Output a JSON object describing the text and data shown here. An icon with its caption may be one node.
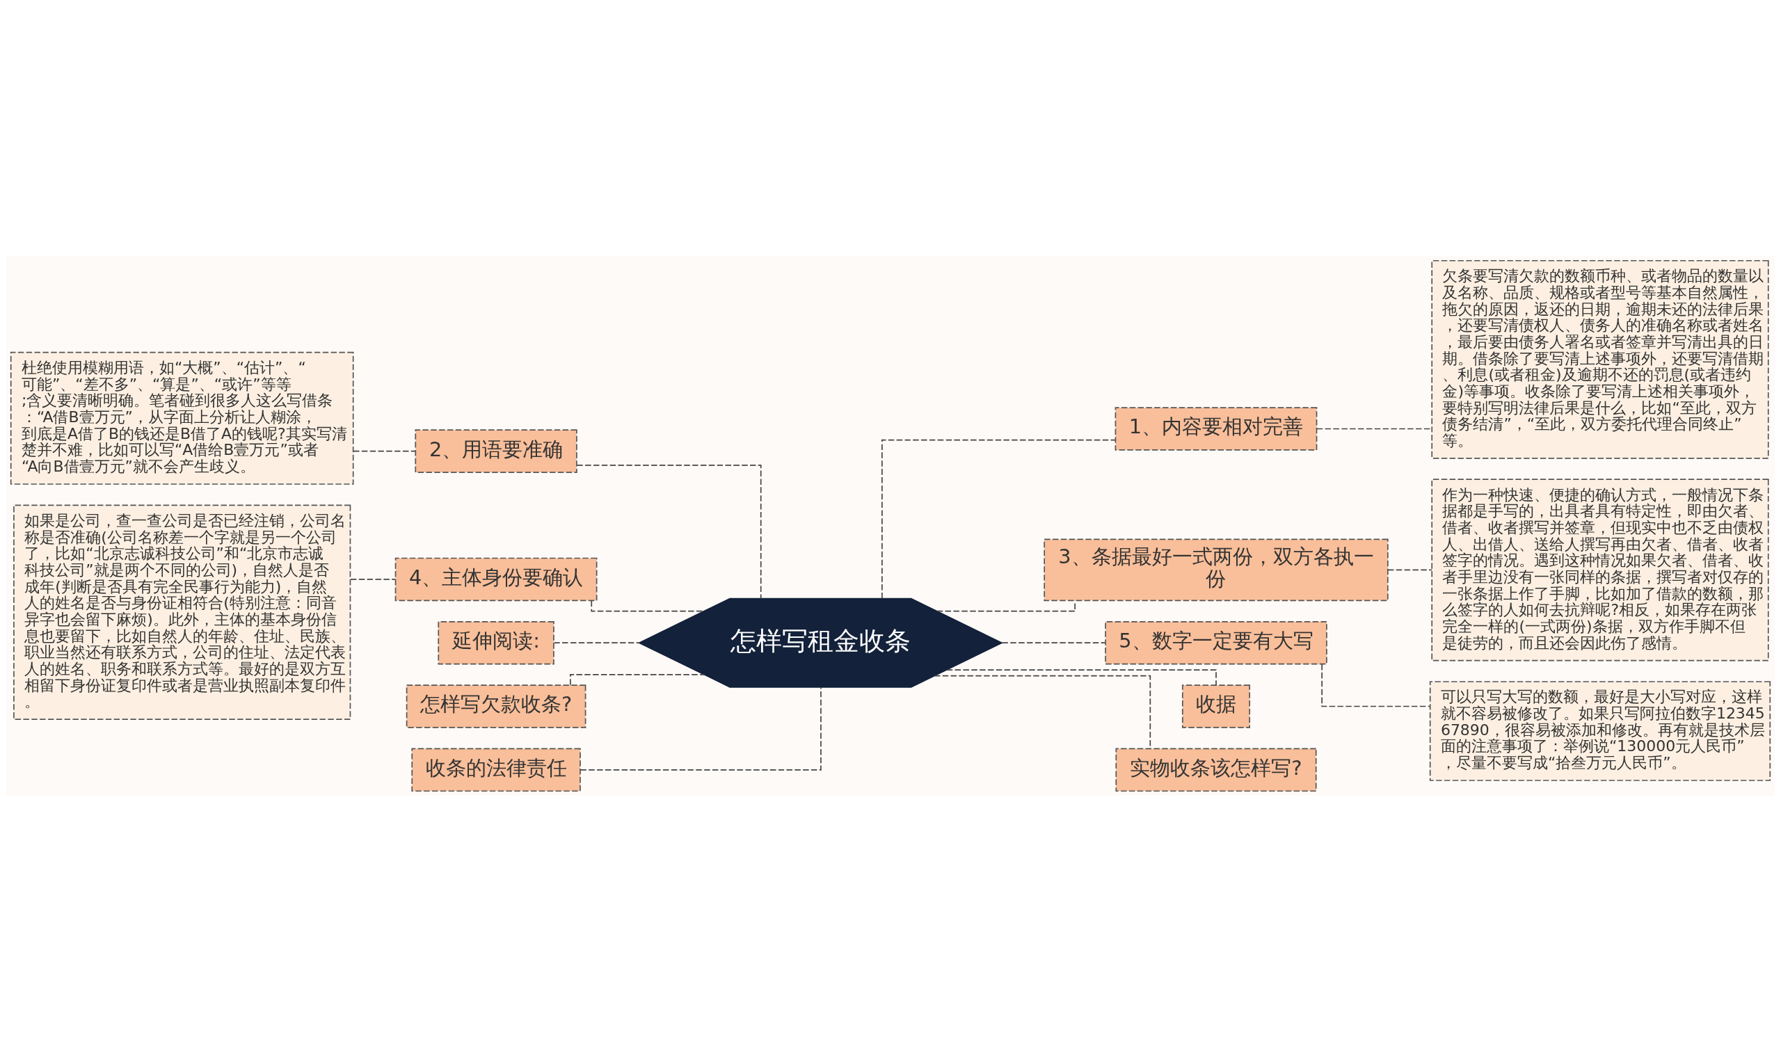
{
  "diagram": {
    "nodes": [
      {
        "text": [
          "怎样写租金收条"
        ]
      },
      {
        "text": [
          "1、内容要相对完善"
        ]
      },
      {
        "text": [
          "欠条要写清欠款的数额币种、或者物品的数量以及名称、品质、规格或者型号等基本自然属性，拖欠的原因，返还的日期，逾期未还的法律后果，还要写清债权人、债务人的准确名称或者姓名，最后要由债务人署名或者签章并写清出具的日期。借条除了要写清上述事项外，还要写清借期、利息(或者租金)及逾期不还的罚息(或者违约金)等事项。收条除了要写清上述相关事项外，要特别写明法律后果是什么，比如“至此，双方债务结清”，“至此，双方委托代理合同终止”等。"
        ]
      },
      {
        "text": [
          "3、条据最好一式两份，双方各执一份"
        ]
      },
      {
        "text": [
          "作为一种快速、便捷的确认方式，一般情况下条据都是手写的，出具者具有特定性，即由欠者、借者、收者撰写并签章，但现实中也不乏由债权人、出借人、送给人撰写再由欠者、借者、收者签字的情况。遇到这种情况如果欠者、借者、收者手里边没有一张同样的条据，撰写者对仅存的一张条据上作了手脚，比如加了借款的数额，那么签字的人如何去抗辩呢?相反，如果存在两张完全一样的(一式两份)条据，双方作手脚不但是徒劳的，而且还会因此伤了感情。"
        ]
      },
      {
        "text": [
          "5、数字一定要有大写"
        ]
      },
      {
        "text": [
          "可以只写大写的数额，最好是大小写对应，这样就不容易被修改了。如果只写阿拉伯数字1234567890，很容易被添加和修改。再有就是技术层面的注意事项了：举例说“130000元人民币”，尽量不要写成“拾叁万元人民币”。"
        ]
      },
      {
        "text": [
          "收据"
        ]
      },
      {
        "text": [
          "实物收条该怎样写?"
        ]
      },
      {
        "text": [
          "2、用语要准确"
        ]
      },
      {
        "text": [
          "杜绝使用模糊用语，如“大概”、“估计”、“可能”、“差不多”、“算是”、“或许”等等;含义要清晰明确。笔者碰到很多人这么写借条：“A借B壹万元”，从字面上分析让人糊涂，到底是A借了B的钱还是B借了A的钱呢?其实写清楚并不难，比如可以写“A借给B壹万元”或者“A向B借壹万元”就不会产生歧义。"
        ]
      },
      {
        "text": [
          "4、主体身份要确认"
        ]
      },
      {
        "text": [
          "如果是公司，查一查公司是否已经注销，公司名称是否准确(公司名称差一个字就是另一个公司了，比如“北京志诚科技公司”和“北京市志诚科技公司”就是两个不同的公司)，自然人是否成年(判断是否具有完全民事行为能力)，自然人的姓名是否与身份证相符合(特别注意：同音异字也会留下麻烦)。此外，主体的基本身份信息也要留下，比如自然人的年龄、住址、民族、职业当然还有联系方式，公司的住址、法定代表人的姓名、职务和联系方式等。最好的是双方互相留下身份证复印件或者是营业执照副本复印件。"
        ]
      },
      {
        "text": [
          "延伸阅读:"
        ]
      },
      {
        "text": [
          "怎样写欠款收条?"
        ]
      },
      {
        "text": [
          "收条的法律责任"
        ]
      }
    ],
    "edges": [
      {
        "from": 0,
        "to": 1,
        "arrow": "none",
        "style": "dashed"
      },
      {
        "from": 1,
        "to": 2,
        "arrow": "none",
        "style": "dashed"
      },
      {
        "from": 0,
        "to": 3,
        "arrow": "none",
        "style": "dashed"
      },
      {
        "from": 3,
        "to": 4,
        "arrow": "none",
        "style": "dashed"
      },
      {
        "from": 0,
        "to": 5,
        "arrow": "none",
        "style": "dashed"
      },
      {
        "from": 5,
        "to": 6,
        "arrow": "none",
        "style": "dashed"
      },
      {
        "from": 0,
        "to": 7,
        "arrow": "none",
        "style": "dashed"
      },
      {
        "from": 0,
        "to": 8,
        "arrow": "none",
        "style": "dashed"
      },
      {
        "from": 0,
        "to": 9,
        "arrow": "none",
        "style": "dashed"
      },
      {
        "from": 9,
        "to": 10,
        "arrow": "none",
        "style": "dashed"
      },
      {
        "from": 0,
        "to": 11,
        "arrow": "none",
        "style": "dashed"
      },
      {
        "from": 11,
        "to": 12,
        "arrow": "none",
        "style": "dashed"
      },
      {
        "from": 0,
        "to": 13,
        "arrow": "none",
        "style": "dashed"
      },
      {
        "from": 0,
        "to": 14,
        "arrow": "none",
        "style": "dashed"
      },
      {
        "from": 0,
        "to": 15,
        "arrow": "none",
        "style": "dashed"
      }
    ]
  }
}
